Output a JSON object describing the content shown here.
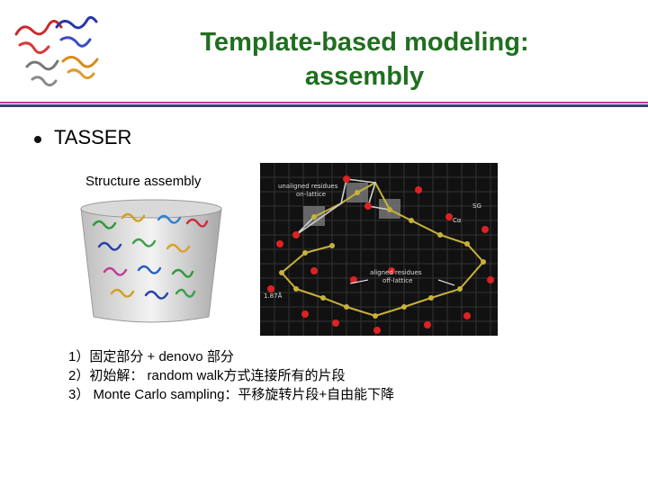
{
  "slide": {
    "title_line1": "Template-based modeling:",
    "title_line2": "assembly",
    "bullet": "TASSER",
    "caption": "Structure assembly",
    "lattice_labels": {
      "unaligned": "unaligned residues",
      "unaligned2": "on-lattice",
      "sg": "SG",
      "ca": "Cα",
      "aligned": "aligned residues",
      "aligned2": "off-lattice",
      "scale": "1.87Å"
    },
    "steps": [
      "1）固定部分 + denovo 部分",
      "2）初始解： random walk方式连接所有的片段",
      "3） Monte Carlo sampling：平移旋转片段+自由能下降"
    ]
  },
  "colors": {
    "title": "#1f6f1f",
    "rule_dark": "#3a3a7a",
    "rule_accent": "#c0379a"
  },
  "icons": {
    "logo": "protein-structure-logo"
  }
}
